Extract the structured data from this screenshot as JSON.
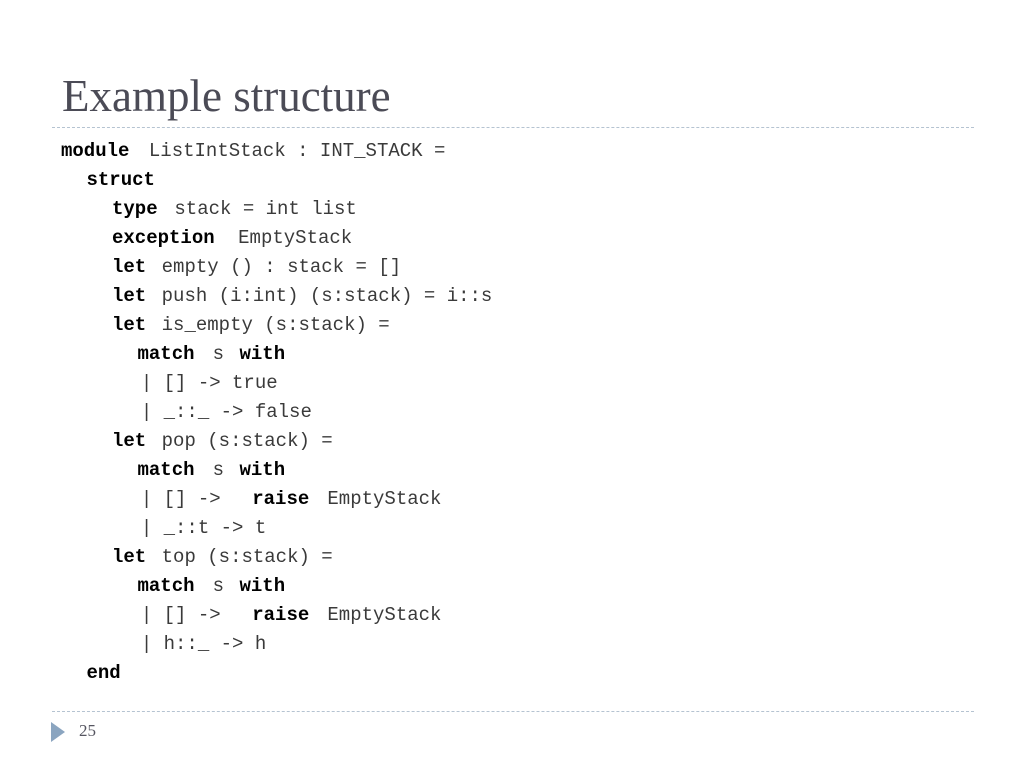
{
  "slide": {
    "title": "Example structure",
    "page_number": "25",
    "footer_icon": "triangle-bullet-icon"
  },
  "code": [
    [
      {
        "t": "module",
        "kw": true
      },
      {
        "t": " ListIntStack : INT_STACK =",
        "kw": false
      }
    ],
    [
      {
        "t": "  ",
        "kw": false
      },
      {
        "t": "struct",
        "kw": true
      }
    ],
    [
      {
        "t": "    ",
        "kw": false
      },
      {
        "t": "type",
        "kw": true
      },
      {
        "t": " stack = int list",
        "kw": false
      }
    ],
    [
      {
        "t": "    ",
        "kw": false
      },
      {
        "t": "exception",
        "kw": true
      },
      {
        "t": " EmptyStack",
        "kw": false
      }
    ],
    [
      {
        "t": "    ",
        "kw": false
      },
      {
        "t": "let",
        "kw": true
      },
      {
        "t": " empty () : stack = []",
        "kw": false
      }
    ],
    [
      {
        "t": "    ",
        "kw": false
      },
      {
        "t": "let",
        "kw": true
      },
      {
        "t": " push (i:int) (s:stack) = i::s",
        "kw": false
      }
    ],
    [
      {
        "t": "    ",
        "kw": false
      },
      {
        "t": "let",
        "kw": true
      },
      {
        "t": " is_empty (s:stack) =",
        "kw": false
      }
    ],
    [
      {
        "t": "      ",
        "kw": false
      },
      {
        "t": "match",
        "kw": true
      },
      {
        "t": " s ",
        "kw": false
      },
      {
        "t": "with",
        "kw": true
      }
    ],
    [
      {
        "t": "       | [] -> true",
        "kw": false
      }
    ],
    [
      {
        "t": "       | _::_ -> false",
        "kw": false
      }
    ],
    [
      {
        "t": "    ",
        "kw": false
      },
      {
        "t": "let",
        "kw": true
      },
      {
        "t": " pop (s:stack) =",
        "kw": false
      }
    ],
    [
      {
        "t": "      ",
        "kw": false
      },
      {
        "t": "match",
        "kw": true
      },
      {
        "t": " s ",
        "kw": false
      },
      {
        "t": "with",
        "kw": true
      }
    ],
    [
      {
        "t": "       | [] -> ",
        "kw": false
      },
      {
        "t": "raise",
        "kw": true
      },
      {
        "t": " EmptyStack",
        "kw": false
      }
    ],
    [
      {
        "t": "       | _::t -> t",
        "kw": false
      }
    ],
    [
      {
        "t": "    ",
        "kw": false
      },
      {
        "t": "let",
        "kw": true
      },
      {
        "t": " top (s:stack) =",
        "kw": false
      }
    ],
    [
      {
        "t": "      ",
        "kw": false
      },
      {
        "t": "match",
        "kw": true
      },
      {
        "t": " s ",
        "kw": false
      },
      {
        "t": "with",
        "kw": true
      }
    ],
    [
      {
        "t": "       | [] -> ",
        "kw": false
      },
      {
        "t": "raise",
        "kw": true
      },
      {
        "t": " EmptyStack",
        "kw": false
      }
    ],
    [
      {
        "t": "       | h::_ -> h",
        "kw": false
      }
    ],
    [
      {
        "t": "  ",
        "kw": false
      },
      {
        "t": "end",
        "kw": true
      }
    ]
  ]
}
